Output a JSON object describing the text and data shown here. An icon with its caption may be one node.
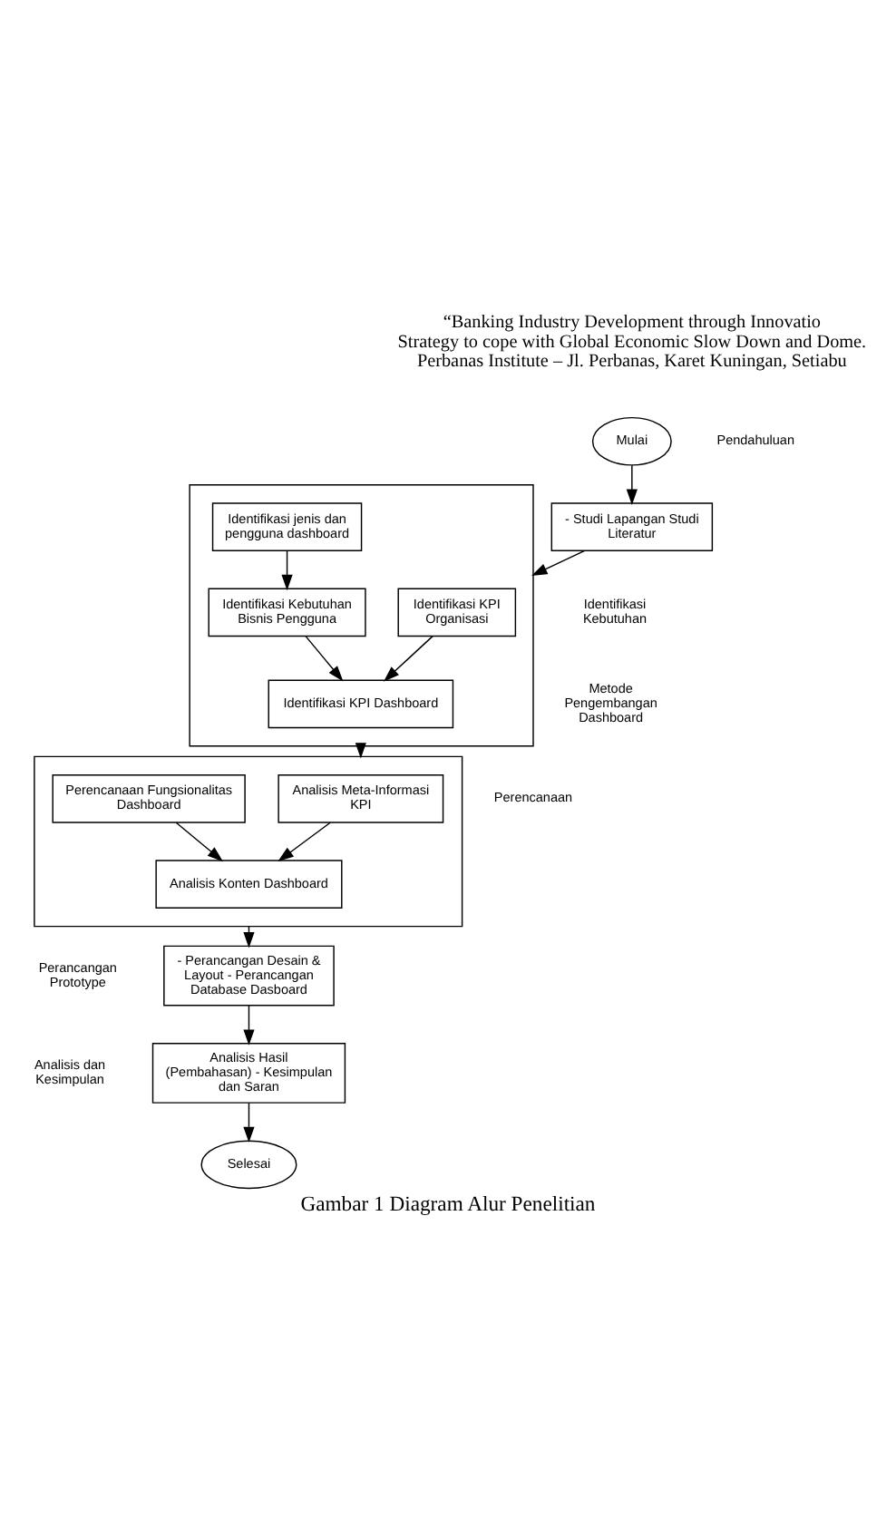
{
  "diagram": {
    "caption": "Gambar 1 Diagram Alur Penelitian",
    "nodes": [
      {
        "text": [
          "Mulai"
        ]
      },
      {
        "text": [
          "- Studi Lapangan Studi Literatur"
        ]
      },
      {
        "text": [],
        "shape": "box"
      },
      {
        "text": [
          "Identifikasi KPI Organisasi"
        ],
        "in": 2
      },
      {
        "text": [
          "Identifikasi jenis dan pengguna dashboard"
        ],
        "in": 2
      },
      {
        "text": [
          "Identifikasi Kebutuhan Bisnis Pengguna"
        ],
        "in": 2
      },
      {
        "text": [
          "Identifikasi KPI Dashboard"
        ],
        "in": 2
      },
      {
        "text": [],
        "shape": "box"
      },
      {
        "text": [
          "Analisis Meta-Informasi KPI"
        ],
        "in": 7
      },
      {
        "text": [
          "Perencanaan Fungsionalitas Dashboard"
        ],
        "in": 7
      },
      {
        "text": [
          "Analisis Konten Dashboard"
        ],
        "in": 7
      },
      {
        "text": [
          "- Perancangan Desain & Layout - Perancangan Database Dasboard"
        ]
      },
      {
        "text": [
          "Analisis Hasil (Pembahasan) - Kesimpulan dan Saran"
        ]
      },
      {
        "text": [
          "Selesai"
        ]
      }
    ],
    "edges": [
      {
        "from": 0,
        "to": 1,
        "arrow": "to"
      },
      {
        "from": 1,
        "to": 2,
        "arrow": "to"
      },
      {
        "from": 4,
        "to": 5,
        "arrow": "to"
      },
      {
        "from": 3,
        "to": 6,
        "arrow": "to"
      },
      {
        "from": 5,
        "to": 6,
        "arrow": "to"
      },
      {
        "from": 2,
        "to": 7,
        "arrow": "to"
      },
      {
        "from": 8,
        "to": 10,
        "arrow": "to"
      },
      {
        "from": 9,
        "to": 10,
        "arrow": "to"
      },
      {
        "from": 7,
        "to": 11,
        "arrow": "to"
      },
      {
        "from": 11,
        "to": 12,
        "arrow": "to"
      },
      {
        "from": 12,
        "to": 13,
        "arrow": "to"
      }
    ],
    "labels": [
      "“Banking Industry Development through Innovatio",
      "Strategy to cope with Global Economic Slow Down and Dome.",
      "Perbanas Institute – Jl. Perbanas, Karet Kuningan, Setiabu",
      "Pendahuluan",
      "Identifikasi Kebutuhan",
      "Metode Pengembangan Dashboard",
      "Perencanaan",
      "Perancangan Prototype",
      "Analisis dan Kesimpulan"
    ]
  }
}
